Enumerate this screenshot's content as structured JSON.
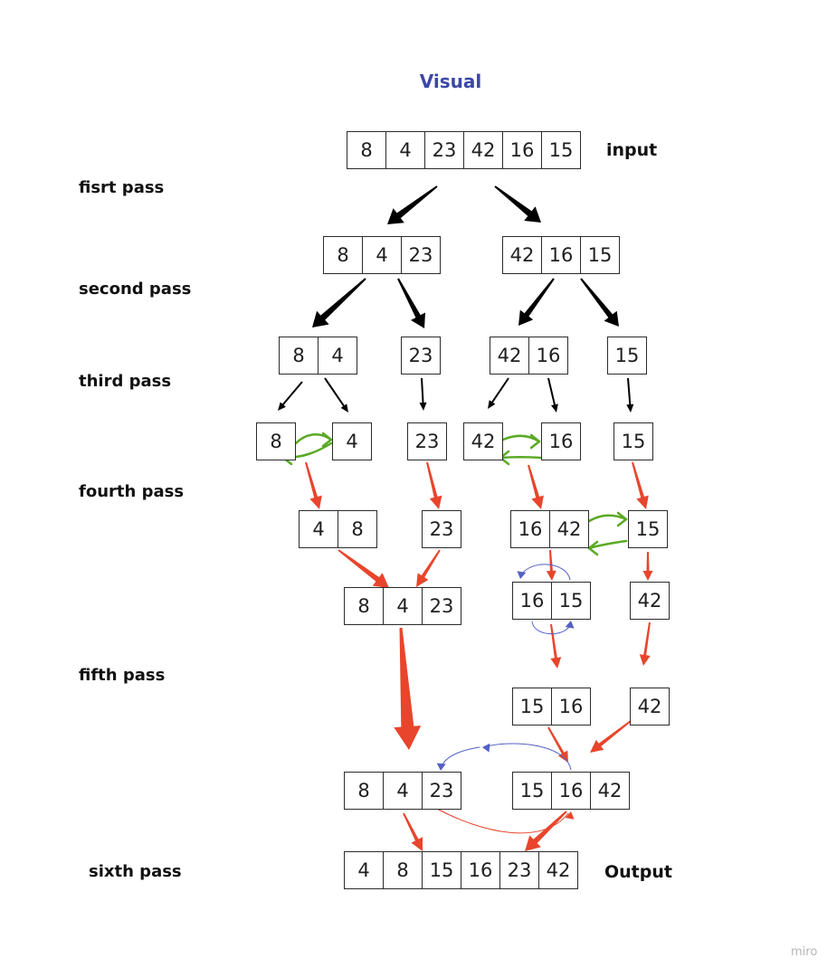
{
  "diagram": {
    "title": "Visual",
    "watermark": "miro",
    "passes": [
      "fisrt pass",
      "second pass",
      "third pass",
      "fourth pass",
      "fifth pass",
      "sixth pass"
    ],
    "input_label": "input",
    "output_label": "Output",
    "arrays": [
      {
        "id": "input",
        "values": [
          "8",
          "4",
          "23",
          "42",
          "16",
          "15"
        ]
      },
      {
        "id": "p1-left",
        "values": [
          "8",
          "4",
          "23"
        ]
      },
      {
        "id": "p1-right",
        "values": [
          "42",
          "16",
          "15"
        ]
      },
      {
        "id": "p2-a",
        "values": [
          "8",
          "4"
        ]
      },
      {
        "id": "p2-b",
        "values": [
          "23"
        ]
      },
      {
        "id": "p2-c",
        "values": [
          "42",
          "16"
        ]
      },
      {
        "id": "p2-d",
        "values": [
          "15"
        ]
      },
      {
        "id": "p3-8",
        "values": [
          "8"
        ]
      },
      {
        "id": "p3-4",
        "values": [
          "4"
        ]
      },
      {
        "id": "p3-23",
        "values": [
          "23"
        ]
      },
      {
        "id": "p3-42",
        "values": [
          "42"
        ]
      },
      {
        "id": "p3-16",
        "values": [
          "16"
        ]
      },
      {
        "id": "p3-15",
        "values": [
          "15"
        ]
      },
      {
        "id": "p4-48",
        "values": [
          "4",
          "8"
        ]
      },
      {
        "id": "p4-23",
        "values": [
          "23"
        ]
      },
      {
        "id": "p4-1642",
        "values": [
          "16",
          "42"
        ]
      },
      {
        "id": "p4-15",
        "values": [
          "15"
        ]
      },
      {
        "id": "p4b-8423",
        "values": [
          "8",
          "4",
          "23"
        ]
      },
      {
        "id": "p4b-1615",
        "values": [
          "16",
          "15"
        ]
      },
      {
        "id": "p4b-42",
        "values": [
          "42"
        ]
      },
      {
        "id": "p5-1516",
        "values": [
          "15",
          "16"
        ]
      },
      {
        "id": "p5-42",
        "values": [
          "42"
        ]
      },
      {
        "id": "p5b-8423",
        "values": [
          "8",
          "4",
          "23"
        ]
      },
      {
        "id": "p5b-151642",
        "values": [
          "15",
          "16",
          "42"
        ]
      },
      {
        "id": "output",
        "values": [
          "4",
          "8",
          "15",
          "16",
          "23",
          "42"
        ]
      }
    ],
    "colors": {
      "black_arrow": "#000000",
      "red_arrow": "#e8452c",
      "green_arrow": "#5aa924",
      "blue_arrow": "#5560c4",
      "title": "#3b47a6"
    }
  }
}
